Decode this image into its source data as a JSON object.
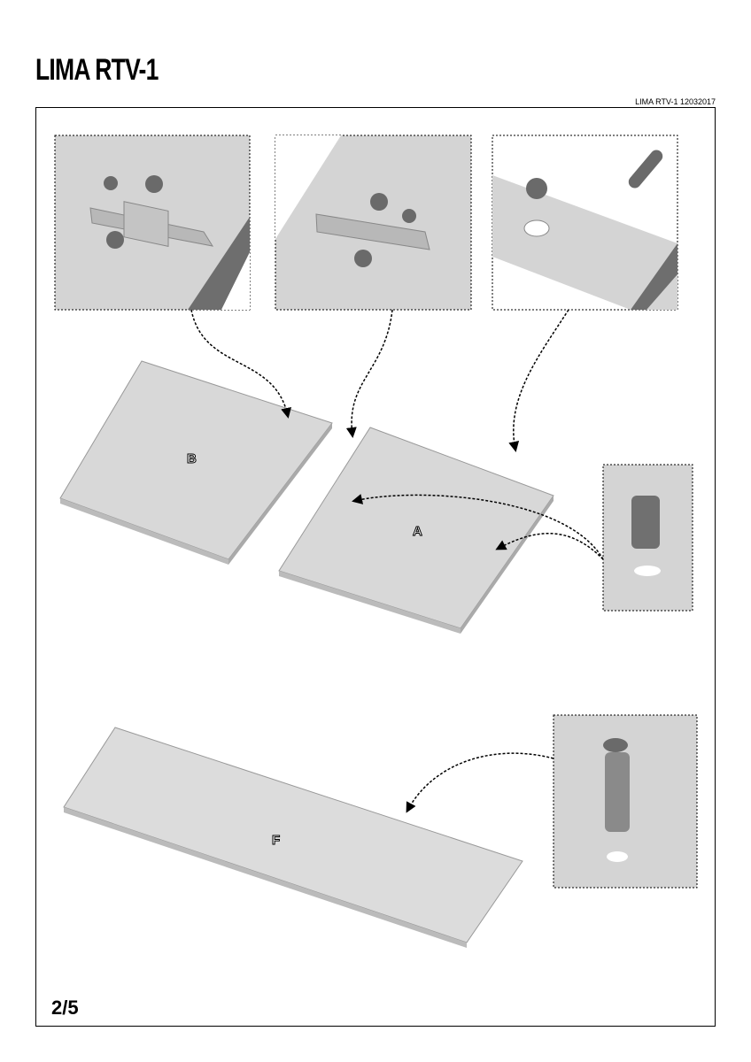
{
  "header": {
    "title": "LIMA RTV-1",
    "doc_code": "LIMA RTV-1 12032017"
  },
  "panels": {
    "b": "B",
    "a": "A",
    "f": "F"
  },
  "footer": {
    "page": "2/5"
  }
}
